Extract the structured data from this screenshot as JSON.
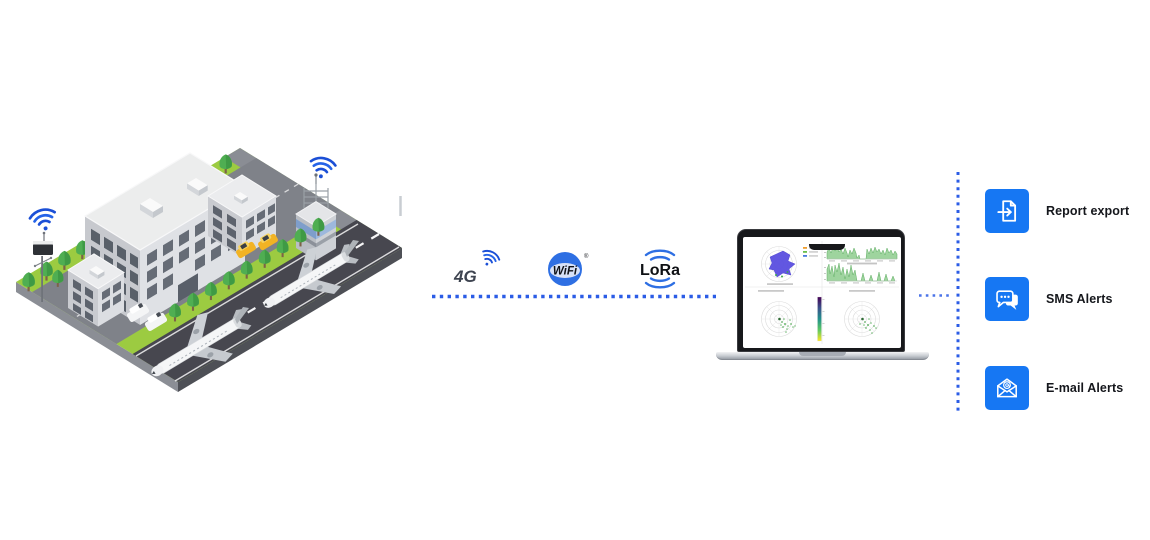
{
  "diagram": {
    "scene": {
      "name": "isometric-airport-with-iot-sensors",
      "elements": [
        "terminal-building",
        "office-buildings",
        "control-tower",
        "weather-station-pole",
        "wifi-signals",
        "runway",
        "airplanes",
        "taxis",
        "vans",
        "trees"
      ]
    },
    "connectivity": {
      "g4_label": "4G",
      "wifi_label": "WiFi",
      "wifi_reg": "®",
      "lora_label": "LoRa"
    },
    "dashboard_panels": [
      {
        "name": "wind-rose-polar-chart"
      },
      {
        "name": "noise-time-series-top"
      },
      {
        "name": "noise-time-series-bottom"
      },
      {
        "name": "polar-scatter-left-with-colorbar"
      },
      {
        "name": "polar-scatter-right"
      }
    ],
    "outputs": [
      {
        "label": "Report export",
        "icon": "document-export-icon"
      },
      {
        "label": "SMS Alerts",
        "icon": "chat-bubbles-icon"
      },
      {
        "label": "E-mail Alerts",
        "icon": "email-open-at-icon"
      }
    ],
    "colors": {
      "accent_blue": "#1677f3",
      "connector_blue": "#2b5ce6",
      "wifi_signal_blue": "#1b4fd6",
      "grass_green": "#9ccb41",
      "runway_gray": "#47474f",
      "chart_green": "#6cbf6c",
      "windrose_purple": "#5a4fe0"
    }
  }
}
